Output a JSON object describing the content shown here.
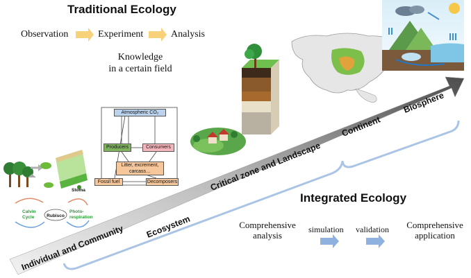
{
  "traditional": {
    "title": "Traditional Ecology",
    "flow": [
      "Observation",
      "Experiment",
      "Analysis"
    ],
    "knowledge_line1": "Knowledge",
    "knowledge_line2": "in a certain field"
  },
  "stages": {
    "individual": "Individual and Community",
    "ecosystem": "Ecosystem",
    "critical": "Critical zone and Landscape",
    "continent": "Continent",
    "biosphere": "Biosphere"
  },
  "foodweb": {
    "atmo": "Atmospheric CO₂",
    "producers": "Producers",
    "consumers": "Consumers",
    "litter": "Litter, excrement, carcass…",
    "fossil": "Fossil fuel",
    "decomposers": "Decomposers"
  },
  "leaf": {
    "stoma": "Stoma",
    "calvin": "Calvin\nCycle",
    "rubisco": "Rubisco",
    "photo": "Photo-\nrespiration"
  },
  "integrated": {
    "title": "Integrated Ecology",
    "comp_analysis_1": "Comprehensive",
    "comp_analysis_2": "analysis",
    "simulation": "simulation",
    "validation": "validation",
    "comp_app_1": "Comprehensive",
    "comp_app_2": "application"
  },
  "colors": {
    "arrow_dark": "#5a5a5a",
    "arrow_light": "#e6e6e6",
    "brace_blue": "#a9c4e4",
    "flow_arrow_yellow": "#f7d27a",
    "ie_arrow_blue": "#8fb1e0",
    "atmo_box": "#bcd3ee",
    "producers_box": "#7fb35e",
    "consumers_box": "#f4b6bd",
    "litter_box": "#f6c79b",
    "fossil_box": "#f6c79b",
    "decomposers_box": "#f6c79b"
  }
}
